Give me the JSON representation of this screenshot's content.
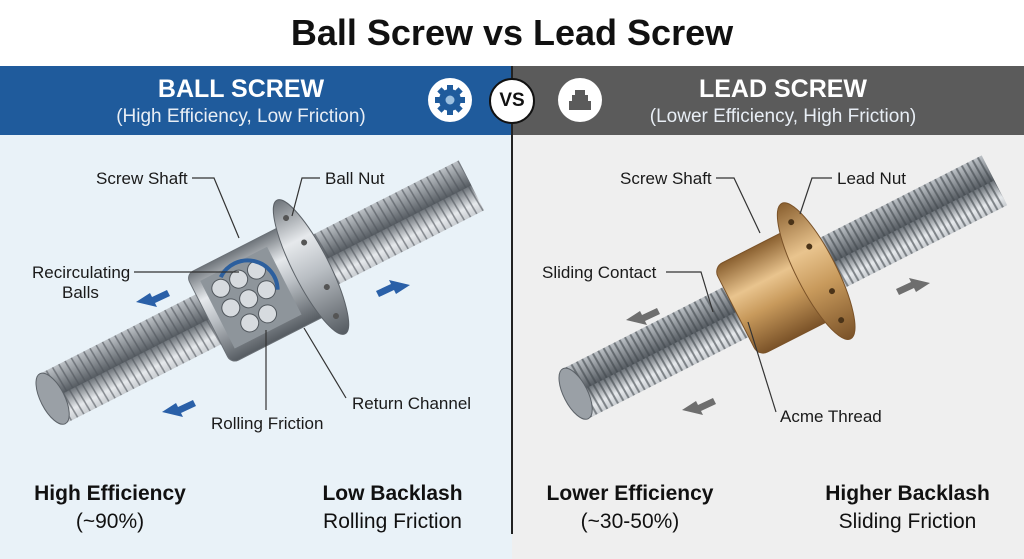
{
  "title": "Ball Screw vs Lead Screw",
  "vs_label": "VS",
  "ball_screw": {
    "heading": "BALL SCREW",
    "subheading": "(High Efficiency, Low Friction)",
    "icon": "gear-icon",
    "accent": "#1f5b9c",
    "labels": {
      "screw_shaft": "Screw Shaft",
      "ball_nut": "Ball Nut",
      "recirculating_1": "Recirculating",
      "recirculating_2": "Balls",
      "rolling_friction": "Rolling Friction",
      "return_channel": "Return Channel"
    },
    "stats": [
      {
        "title": "High Efficiency",
        "value": "(~90%)"
      },
      {
        "title": "Low Backlash",
        "value": "Rolling Friction"
      }
    ]
  },
  "lead_screw": {
    "heading": "LEAD SCREW",
    "subheading": "(Lower Efficiency, High Friction)",
    "icon": "acme-thread-icon",
    "accent": "#5b5b5b",
    "labels": {
      "screw_shaft": "Screw Shaft",
      "lead_nut": "Lead Nut",
      "sliding_contact": "Sliding Contact",
      "acme_thread": "Acme Thread"
    },
    "stats": [
      {
        "title": "Lower Efficiency",
        "value": "(~30-50%)"
      },
      {
        "title": "Higher Backlash",
        "value": "Sliding Friction"
      }
    ]
  }
}
